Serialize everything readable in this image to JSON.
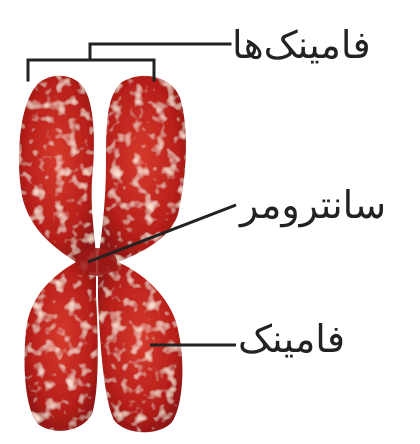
{
  "labels": {
    "chromatids": "فامینک‌ها",
    "centromere": "سانترومر",
    "chromatid": "فامینک"
  },
  "colors": {
    "chromatid_fill": "#c0241f",
    "chromatid_dark": "#8e1512",
    "chromatid_light": "#f0b3a2",
    "leader_line": "#222222",
    "text": "#222222"
  }
}
